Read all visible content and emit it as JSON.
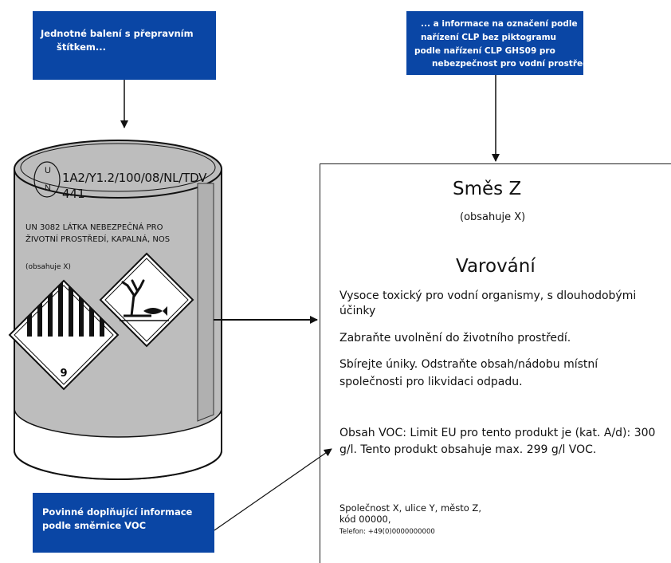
{
  "callouts": {
    "left_top": {
      "line1": "Jednotné balení s přepravním",
      "line2": "štítkem..."
    },
    "right_top": {
      "line1": "... a informace na označení podle",
      "line2": "nařízení CLP bez piktogramu",
      "line3": "podle nařízení CLP GHS09 pro",
      "line4": "nebezpečnost pro vodní prostředí"
    },
    "bottom": {
      "line1": "Povinné doplňující informace",
      "line2": "podle směrnice VOC"
    }
  },
  "drum": {
    "un_letters": [
      "U",
      "N"
    ],
    "un_code": "1A2/Y1.2/100/08/NL/TDV",
    "un_number": "441",
    "shipping_name_line1": "UN 3082 LÁTKA NEBEZPEČNÁ PRO",
    "shipping_name_line2": "ŽIVOTNÍ PROSTŘEDÍ, KAPALNÁ, NOS",
    "contains": "(obsahuje X)",
    "class_label_number": "9",
    "pictogram_icon": "dead-tree-and-fish-icon"
  },
  "label": {
    "product_name": "Směs Z",
    "contains": "(obsahuje X)",
    "signal_word": "Varování",
    "hazard_statement": "Vysoce toxický pro vodní organismy, s dlouhodobými účinky",
    "precaution_1": "Zabraňte uvolnění do životního prostředí.",
    "precaution_2": "Sbírejte úniky. Odstraňte obsah/nádobu místní společnosti pro likvidaci odpadu.",
    "voc_statement": "Obsah VOC: Limit EU pro tento produkt je (kat. A/d): 300 g/l. Tento produkt obsahuje max. 299 g/l VOC.",
    "supplier_address": "Společnost X, ulice Y, město Z,",
    "supplier_code": "kód 00000,",
    "supplier_phone": "Telefon: +49(0)0000000000"
  },
  "colors": {
    "callout_blue": "#0a46a5",
    "drum_gray": "#bdbdbd"
  }
}
